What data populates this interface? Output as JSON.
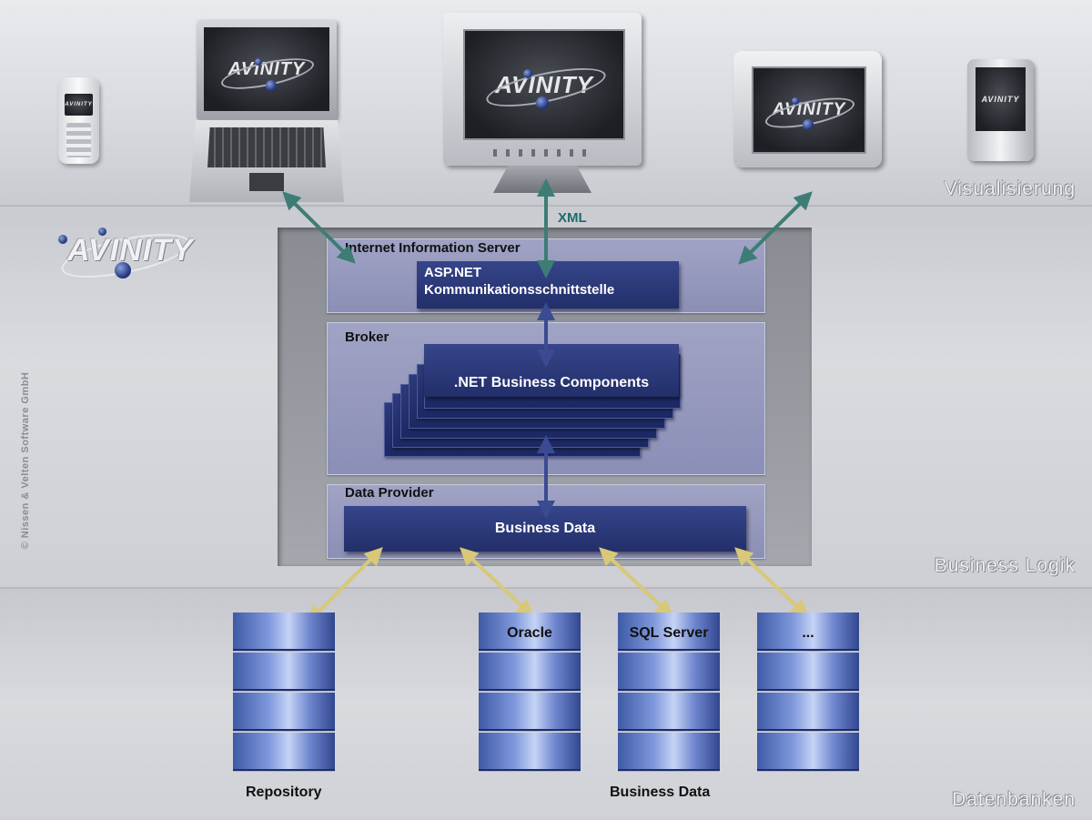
{
  "brand": {
    "logo_text": "AVINITY"
  },
  "tiers": {
    "visualisation": "Visualisierung",
    "business_logic": "Business Logik",
    "databases": "Datenbanken"
  },
  "copyright": "© Nissen & Velten Software GmbH",
  "connector": {
    "xml_label": "XML"
  },
  "panels": {
    "iis": {
      "title": "Internet Information Server",
      "box_line1": "ASP.NET",
      "box_line2": "Kommunikationsschnittstelle"
    },
    "broker": {
      "title": "Broker",
      "box": ".NET Business Components"
    },
    "data_provider": {
      "title": "Data Provider",
      "box": "Business Data"
    }
  },
  "databases": {
    "items": [
      "",
      "Oracle",
      "SQL Server",
      "..."
    ],
    "repository_label": "Repository",
    "business_data_label": "Business Data"
  },
  "colors": {
    "navy": "#263372",
    "panel": "#959ac0",
    "teal_arrow": "#3d7d76",
    "gold_arrow": "#d8c878"
  },
  "icons": [
    "mobile-phone-icon",
    "laptop-icon",
    "desktop-monitor-icon",
    "tablet-icon",
    "pda-icon",
    "database-icon"
  ]
}
